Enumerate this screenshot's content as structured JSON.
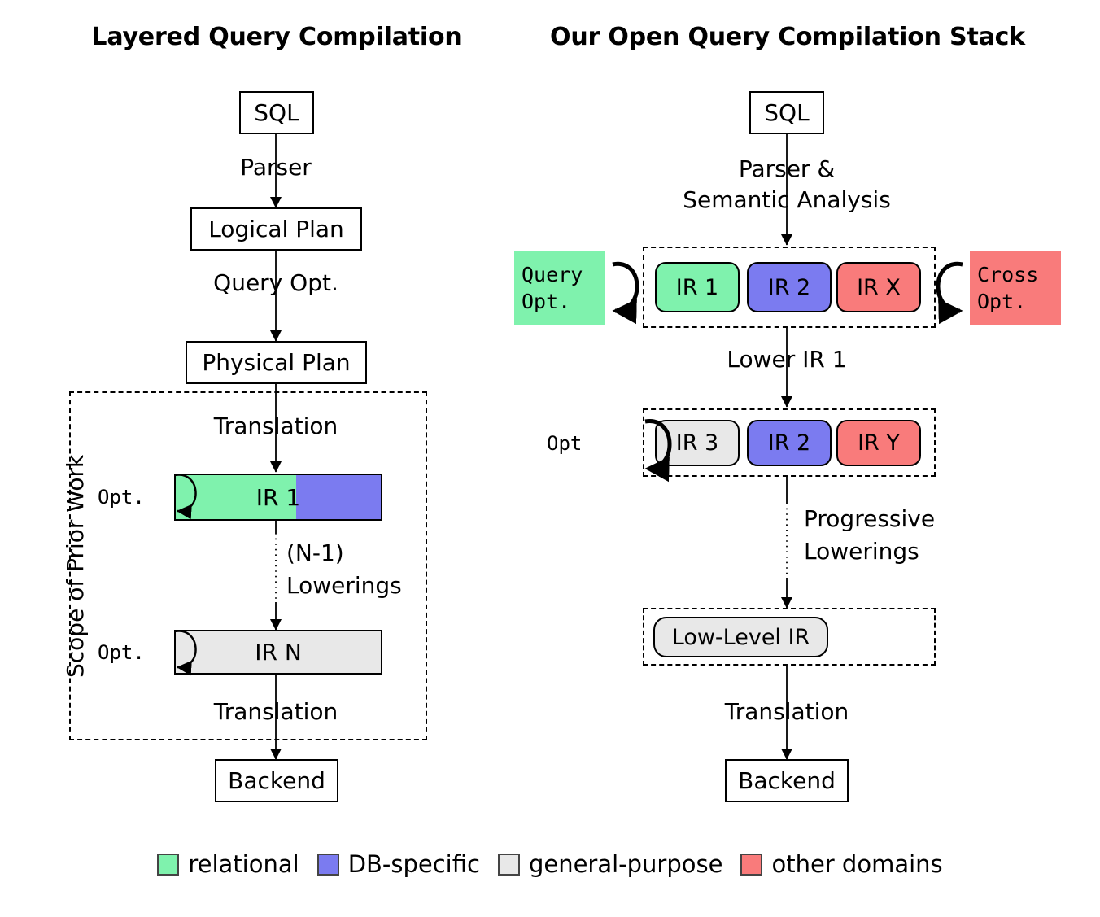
{
  "columns": {
    "left": {
      "title": "Layered Query Compilation",
      "nodes": {
        "sql": "SQL",
        "logical_plan": "Logical Plan",
        "physical_plan": "Physical Plan",
        "ir1": "IR 1",
        "irn": "IR N",
        "backend": "Backend"
      },
      "edges": {
        "parser": "Parser",
        "query_opt": "Query Opt.",
        "translation_top": "Translation",
        "lowerings_line1": "(N-1)",
        "lowerings_line2": "Lowerings",
        "translation_bottom": "Translation"
      },
      "self_loops": {
        "opt_ir1": "Opt.",
        "opt_irn": "Opt."
      },
      "scope_label": "Scope of Prior Work"
    },
    "right": {
      "title": "Our Open Query Compilation Stack",
      "nodes": {
        "sql": "SQL",
        "low_level_ir": "Low-Level IR",
        "backend": "Backend"
      },
      "edges": {
        "parser_line1": "Parser &",
        "parser_line2": "Semantic Analysis",
        "lower_ir1": "Lower IR 1",
        "progressive_line1": "Progressive",
        "progressive_line2": "Lowerings",
        "translation": "Translation"
      },
      "opt_blocks": {
        "query_opt_line1": "Query",
        "query_opt_line2": "Opt.",
        "cross_opt_line1": "Cross",
        "cross_opt_line2": "Opt.",
        "opt_mid": "Opt"
      },
      "ir_group_top": [
        {
          "label": "IR 1",
          "color": "#7ff2ad"
        },
        {
          "label": "IR 2",
          "color": "#7b7bf0"
        },
        {
          "label": "IR X",
          "color": "#f97b7b"
        }
      ],
      "ir_group_mid": [
        {
          "label": "IR 3",
          "color": "#e8e8e8"
        },
        {
          "label": "IR 2",
          "color": "#7b7bf0"
        },
        {
          "label": "IR Y",
          "color": "#f97b7b"
        }
      ]
    }
  },
  "legend": [
    {
      "label": "relational",
      "color": "#7ff2ad"
    },
    {
      "label": "DB-specific",
      "color": "#7b7bf0"
    },
    {
      "label": "general-purpose",
      "color": "#e8e8e8"
    },
    {
      "label": "other domains",
      "color": "#f97b7b"
    }
  ],
  "palette": {
    "relational": "#7ff2ad",
    "db_specific": "#7b7bf0",
    "general_purpose": "#e8e8e8",
    "other_domains": "#f97b7b",
    "stroke": "#000000",
    "background": "#ffffff"
  }
}
